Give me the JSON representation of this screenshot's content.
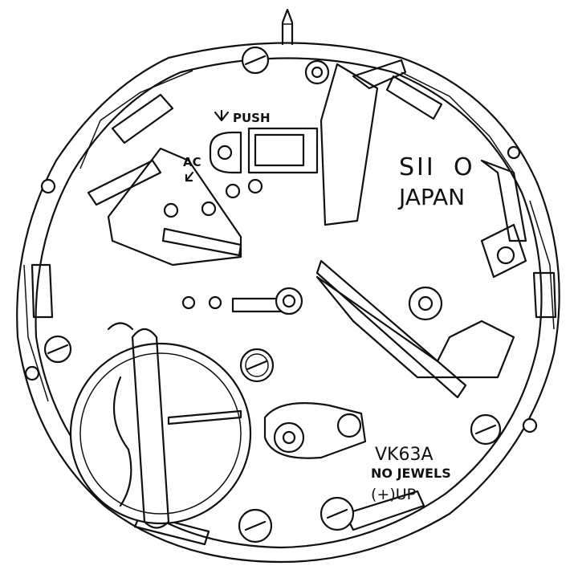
{
  "diagram": {
    "push_label": "PUSH",
    "ac_label": "AC",
    "brand": "SII",
    "brand_mark": "O",
    "country": "JAPAN",
    "model": "VK63A",
    "jewels": "NO JEWELS",
    "battery_orientation": "(+)UP"
  },
  "colors": {
    "line": "#111111",
    "background": "#ffffff"
  }
}
